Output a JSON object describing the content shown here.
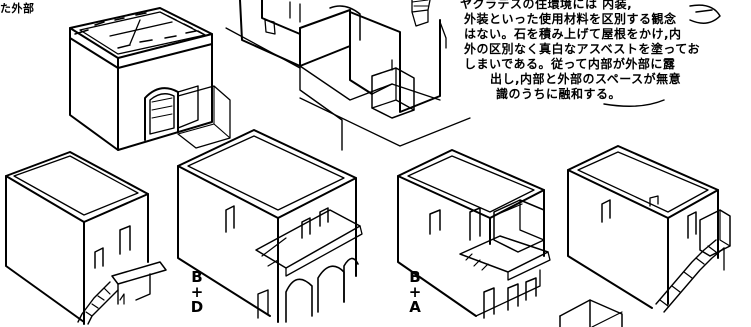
{
  "top_left_label": "た外部",
  "note": {
    "lines": [
      "ヤクラデスの住環境には 内装,",
      "外装といった使用材料を区別する観念",
      "はない。石を積み上げて屋根をかけ,内",
      "外の区別なく真白なアスベストを塗ってお",
      "しまいである。従って内部が外部に露",
      "出し,内部と外部のスペースが無意",
      "識のうちに融和する。"
    ]
  },
  "labels": {
    "bd": [
      "B",
      "+",
      "D"
    ],
    "ba": [
      "B",
      "+",
      "A"
    ]
  },
  "houses": [
    {
      "name": "house-top-cutaway"
    },
    {
      "name": "house-top-center-section"
    },
    {
      "name": "house-bottom-1"
    },
    {
      "name": "house-bottom-2-arcade"
    },
    {
      "name": "house-bottom-3-terrace"
    },
    {
      "name": "house-bottom-4-stair"
    }
  ],
  "colors": {
    "ink": "#000000",
    "paper": "#ffffff"
  }
}
